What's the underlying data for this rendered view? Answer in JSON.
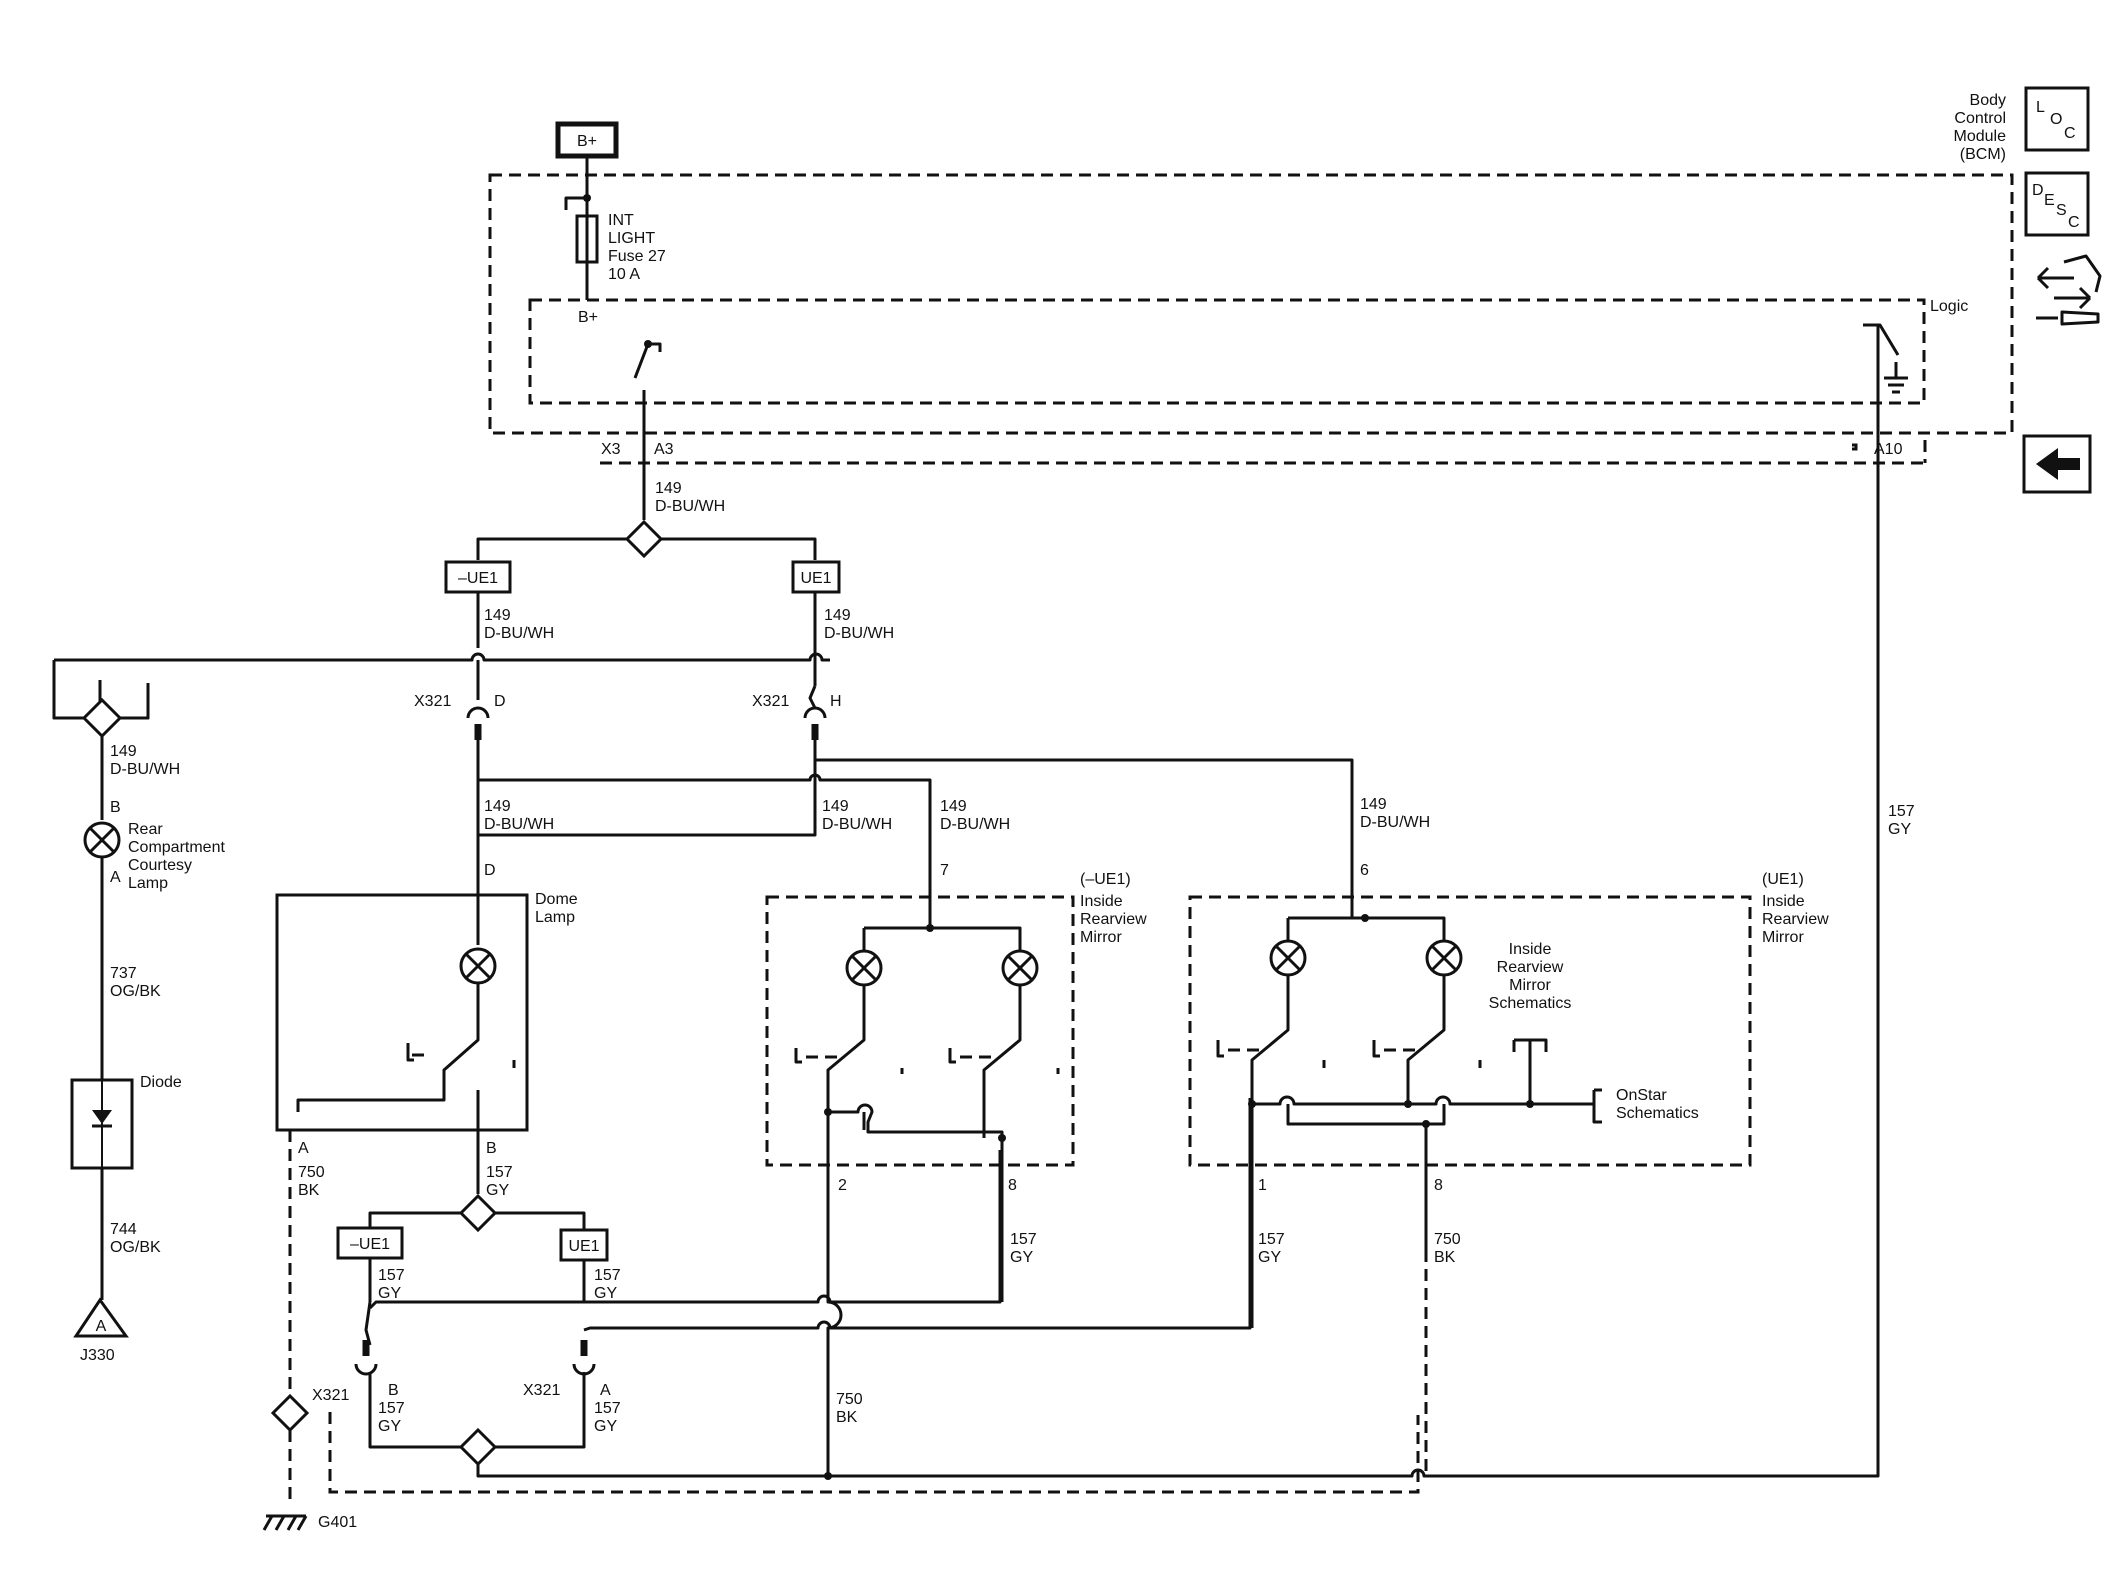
{
  "module": {
    "name_lines": [
      "Body",
      "Control",
      "Module",
      "(BCM)"
    ],
    "logic_label": "Logic"
  },
  "legend": {
    "loc_glyph": [
      "L",
      "O",
      "C"
    ],
    "desc_glyph": [
      "D",
      "E",
      "S",
      "C"
    ]
  },
  "power": {
    "battery": "B+",
    "fuse_lines": [
      "INT",
      "LIGHT",
      "Fuse 27",
      "10 A"
    ],
    "bplus": "B+"
  },
  "connectors": {
    "x3": "X3",
    "a3": "A3",
    "a10": "A10",
    "x321": "X321",
    "pin_d": "D",
    "pin_h": "H",
    "pin_b": "B",
    "pin_a": "A",
    "pin_7": "7",
    "pin_6": "6",
    "pin_2": "2",
    "pin_8": "8",
    "pin_1": "1"
  },
  "options": {
    "not_ue1": "–UE1",
    "ue1": "UE1"
  },
  "wires": {
    "circuit_149": "149",
    "color_bu_wh": "D-BU/WH",
    "circuit_157": "157",
    "color_gy": "GY",
    "circuit_750": "750",
    "color_bk": "BK",
    "circuit_737": "737",
    "circuit_744": "744",
    "color_og_bk": "OG/BK"
  },
  "components": {
    "rear_lamp_lines": [
      "Rear",
      "Compartment",
      "Courtesy",
      "Lamp"
    ],
    "dome_lamp_lines": [
      "Dome",
      "Lamp"
    ],
    "diode": "Diode",
    "mirror_left_option": "(–UE1)",
    "mirror_right_option": "(UE1)",
    "mirror_lines": [
      "Inside",
      "Rearview",
      "Mirror"
    ],
    "mirror_schematics_lines": [
      "Inside",
      "Rearview",
      "Mirror",
      "Schematics"
    ],
    "onstar_lines": [
      "OnStar",
      "Schematics"
    ]
  },
  "references": {
    "j330": "J330",
    "j330_letter": "A",
    "g401": "G401"
  }
}
